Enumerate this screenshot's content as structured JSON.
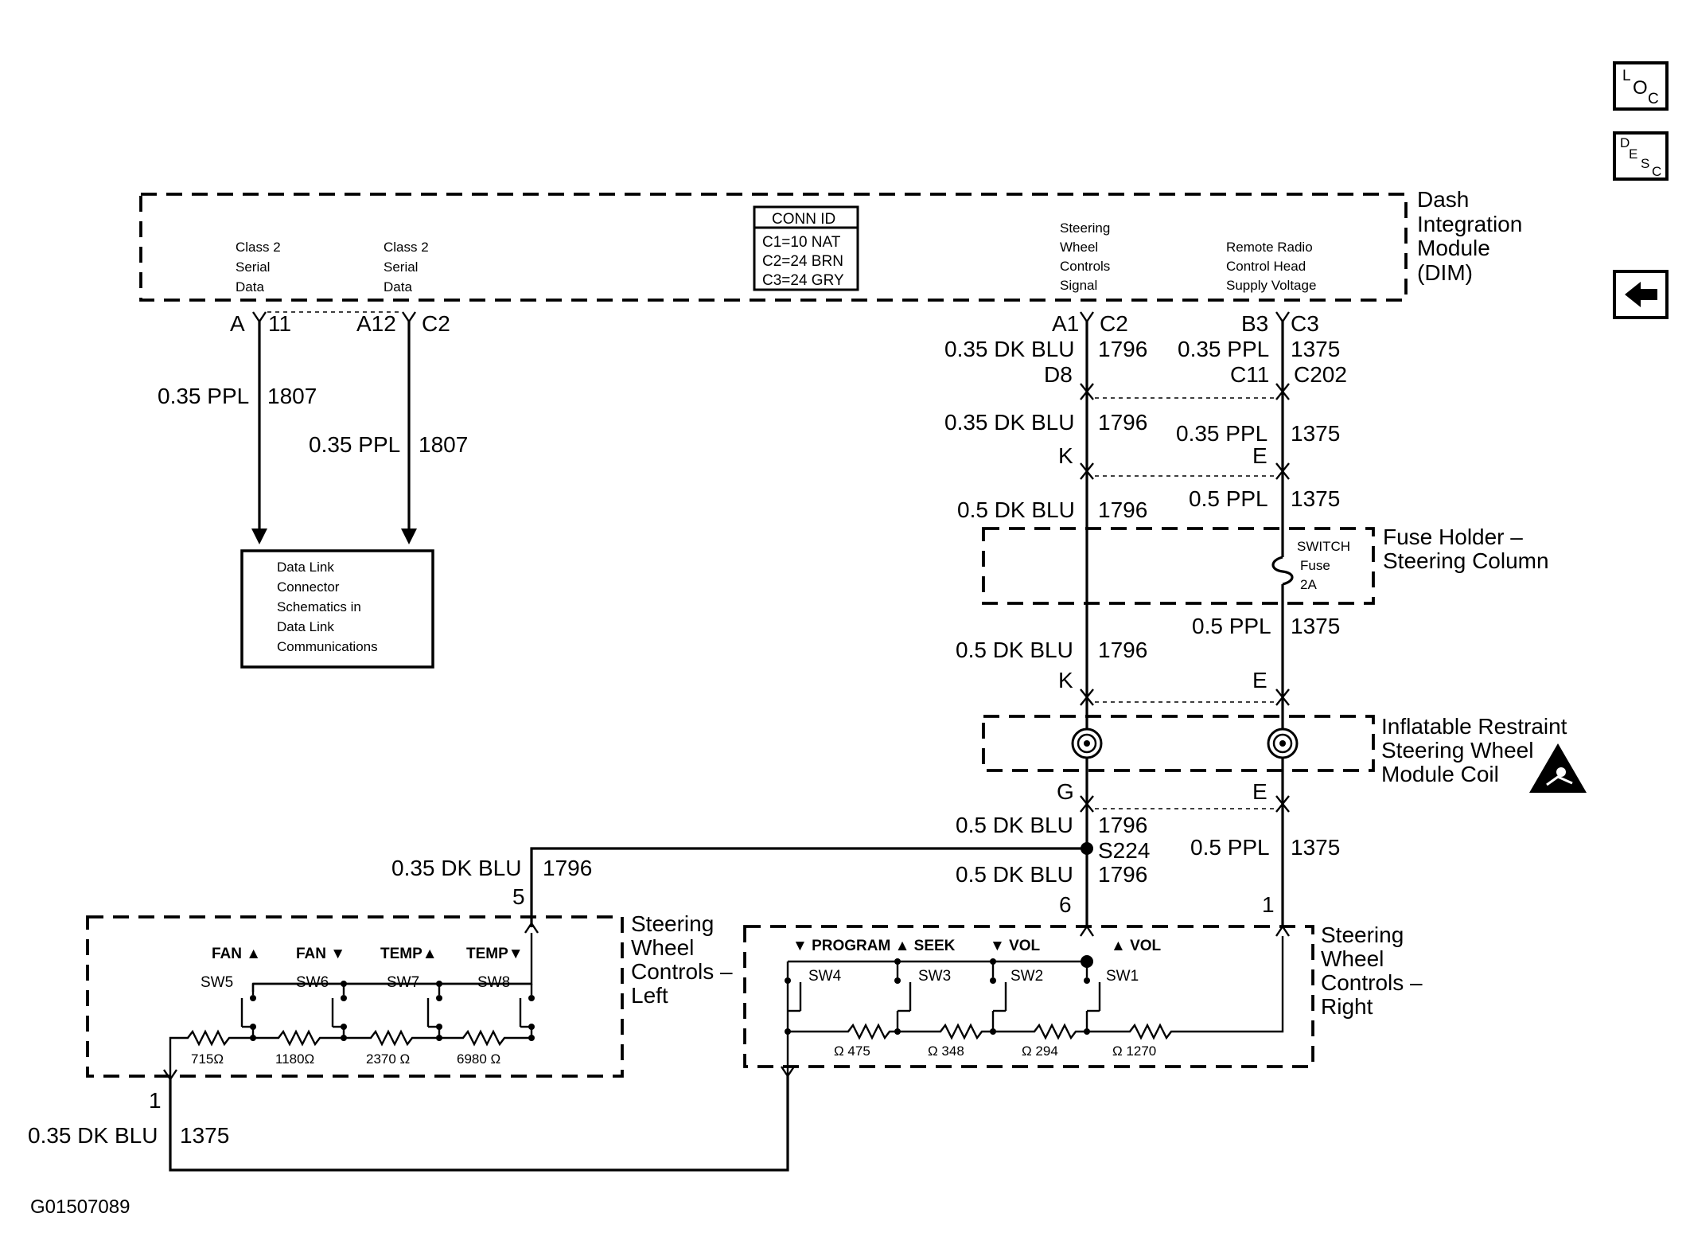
{
  "nav": {
    "loc": {
      "a": "L",
      "b": "O",
      "c": "C"
    },
    "desc": {
      "a": "D",
      "b": "E",
      "c": "S",
      "d": "C"
    }
  },
  "dim": {
    "title": [
      "Dash",
      "Integration",
      "Module",
      "(DIM)"
    ],
    "conn_id": {
      "header": "CONN ID",
      "lines": [
        "C1=10 NAT",
        "C2=24 BRN",
        "C3=24 GRY"
      ]
    },
    "class2_a": [
      "Class 2",
      "Serial",
      "Data"
    ],
    "class2_b": [
      "Class 2",
      "Serial",
      "Data"
    ],
    "swc_signal": [
      "Steering",
      "Wheel",
      "Controls",
      "Signal"
    ],
    "remote_radio": [
      "Remote Radio",
      "Control Head",
      "Supply Voltage"
    ]
  },
  "left_top": {
    "pin_a": "A",
    "pin_a_num": "11",
    "pin_b": "A12",
    "conn_b": "C2",
    "wire1_gauge": "0.35 PPL",
    "wire1_circuit": "1807",
    "wire2_gauge": "0.35 PPL",
    "wire2_circuit": "1807",
    "dlc": [
      "Data Link",
      "Connector",
      "Schematics in",
      "Data Link",
      "Communications"
    ]
  },
  "right_chain": {
    "a1": "A1",
    "c2": "C2",
    "b3": "B3",
    "c3": "C3",
    "g1": "0.35 DK BLU",
    "n1": "1796",
    "g2": "0.35 PPL",
    "n2": "1375",
    "d8": "D8",
    "c11": "C11",
    "c202": "C202",
    "g3": "0.35 DK BLU",
    "n3": "1796",
    "g4": "0.35 PPL",
    "n4": "1375",
    "k1": "K",
    "e1": "E",
    "g5": "0.5 DK BLU",
    "n5": "1796",
    "g6": "0.5 PPL",
    "n6": "1375",
    "fuse_label": [
      "SWITCH",
      "Fuse",
      "2A"
    ],
    "fuse_holder": [
      "Fuse Holder –",
      "Steering Column"
    ],
    "g7": "0.5 PPL",
    "n7": "1375",
    "g8": "0.5 DK BLU",
    "n8": "1796",
    "k2": "K",
    "e2": "E",
    "coil_title": [
      "Inflatable Restraint",
      "Steering Wheel",
      "Module Coil"
    ],
    "g_pin": "G",
    "e3": "E",
    "g9": "0.5 DK BLU",
    "n9": "1796",
    "s224": "S224",
    "g10": "0.5 PPL",
    "n10": "1375",
    "g11": "0.5 DK BLU",
    "n11": "1796",
    "pin6": "6",
    "pin1": "1"
  },
  "left_controls": {
    "g_top": "0.35 DK BLU",
    "n_top": "1796",
    "pin5": "5",
    "title": [
      "Steering",
      "Wheel",
      "Controls –",
      "Left"
    ],
    "switches": [
      "FAN ▲",
      "FAN ▼",
      "TEMP▲",
      "TEMP▼"
    ],
    "sw_ids": [
      "SW5",
      "SW6",
      "SW7",
      "SW8"
    ],
    "resistors": [
      "715Ω",
      "1180Ω",
      "2370 Ω",
      "6980 Ω"
    ],
    "pin1": "1",
    "g_bot": "0.35 DK BLU",
    "n_bot": "1375"
  },
  "right_controls": {
    "title": [
      "Steering",
      "Wheel",
      "Controls –",
      "Right"
    ],
    "switches": [
      "▼ PROGRAM ▲ SEEK",
      "▼ VOL",
      "▲ VOL"
    ],
    "sw_ids": [
      "SW4",
      "SW3",
      "SW2",
      "SW1"
    ],
    "resistors": [
      "Ω 475",
      "Ω 348",
      "Ω 294",
      "Ω 1270"
    ]
  },
  "footer_id": "G01507089"
}
